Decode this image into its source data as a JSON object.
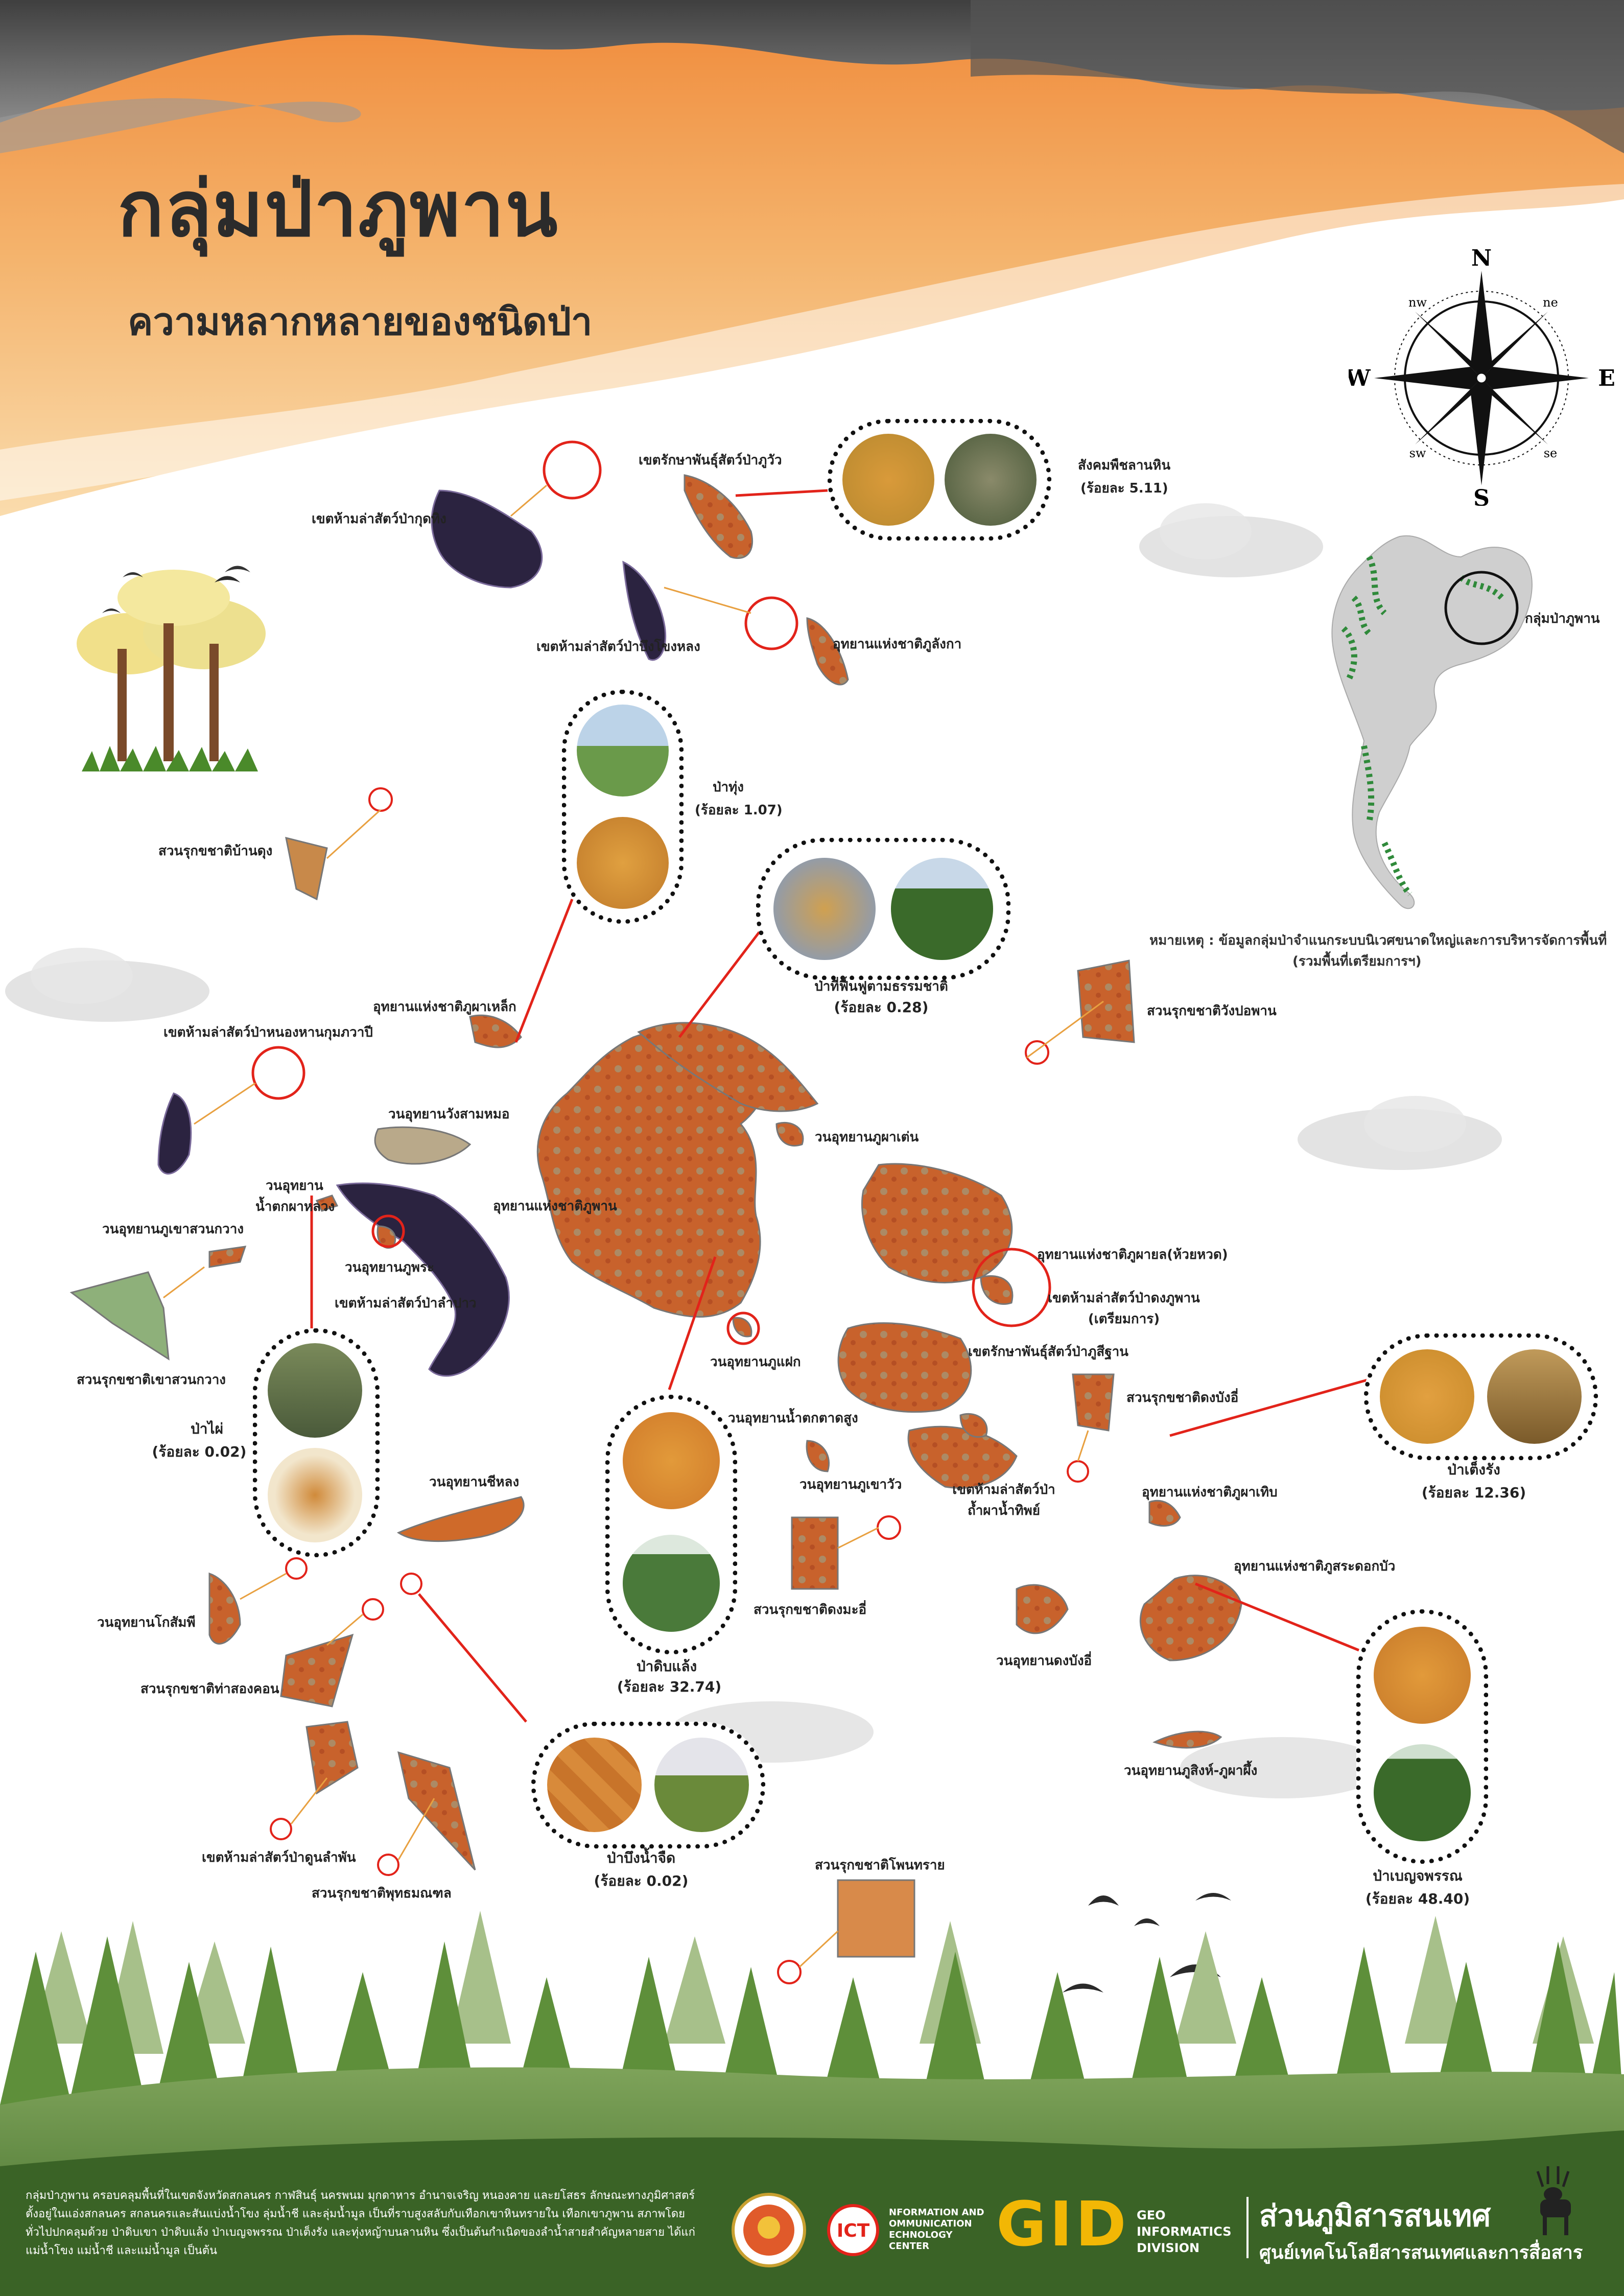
{
  "title": "กลุ่มป่าภูพาน",
  "subtitle": "ความหลากหลายของชนิดป่า",
  "compass": {
    "n": "N",
    "s": "S",
    "e": "E",
    "w": "W",
    "ne": "ne",
    "nw": "nw",
    "se": "se",
    "sw": "sw"
  },
  "inset_map": {
    "label": "กลุ่มป่าภูพาน"
  },
  "note": {
    "line1": "หมายเหตุ : ข้อมูลกลุ่มป่าจำแนกระบบนิเวศขนาดใหญ่และการบริหารจัดการพื้นที่",
    "line2": "(รวมพื้นที่เตรียมการฯ)"
  },
  "places": {
    "wildlife_phu_kut_hing": "เขตห้ามล่าสัตว์ป่ากุดทิง",
    "wildlife_bueng_khong_long": "เขตห้ามล่าสัตว์ป่าบึงโขงหลง",
    "phu_wua": "เขตรักษาพันธุ์สัตว์ป่าภูวัว",
    "phu_langka": "อุทยานแห่งชาติภูลังกา",
    "ban_dung": "สวนรุกขชาติบ้านดุง",
    "nong_han_kumphawapi": "เขตห้ามล่าสัตว์ป่าหนองหานกุมภวาปี",
    "phu_pha_lek": "อุทยานแห่งชาติภูผาเหล็ก",
    "wang_sam_mo": "วนอุทยานวังสามหมอ",
    "phu_phan_np": "อุทยานแห่งชาติภูพาน",
    "nam_tok_pha_luang_1": "วนอุทยาน",
    "nam_tok_pha_luang_2": "น้ำตกผาหลวง",
    "khao_suan_kwang_park": "วนอุทยานภูเขาสวนกวาง",
    "phu_phra": "วนอุทยานภูพระ",
    "lam_pao": "เขตห้ามล่าสัตว์ป่าลำปาว",
    "khao_suan_kwang_arb": "สวนรุกขชาติเขาสวนกวาง",
    "phu_pha_den": "วนอุทยานภูผาเต่น",
    "pha_taem": "อุทยานแห่งชาติภูผายล(ห้วยหวด)",
    "dong_phu_phan_1": "เขตห้ามล่าสัตว์ป่าดงภูพาน",
    "dong_phu_phan_2": "(เตรียมการ)",
    "phu_sithan": "เขตรักษาพันธุ์สัตว์ป่าภูสีฐาน",
    "phu_faek": "วนอุทยานภูแฝก",
    "nam_tok_tad_sung": "วนอุทยานน้ำตกตาดสูง",
    "phu_khao_wua": "วนอุทยานภูเขาวัว",
    "tham_pha_nam_thip_1": "เขตห้ามล่าสัตว์ป่า",
    "tham_pha_nam_thip_2": "ถ้ำผาน้ำทิพย์",
    "dong_bang_i": "สวนรุกขชาติดงบังอี่",
    "phu_pha_thoep": "อุทยานแห่งชาติภูผาเทิบ",
    "dong_mada": "สวนรุกขชาติดงมะอี่",
    "phu_sa_dok_bua": "อุทยานแห่งชาติภูสระดอกบัว",
    "dong_bang_i_park": "วนอุทยานดงบังอี่",
    "chi_long": "วนอุทยานชีหลง",
    "kosumphi": "วนอุทยานโกสัมพี",
    "tha_song_khon": "สวนรุกขชาติท่าสองคอน",
    "phu_sing": "วนอุทยานภูสิงห์-ภูผาผึ้ง",
    "don_lamphan": "เขตห้ามล่าสัตว์ป่าดูนลำพัน",
    "phutthamonthon": "สวนรุกขชาติพุทธมณฑล",
    "phon_sai": "สวนรุกขชาติโพนทราย",
    "wang_pho_phan": "สวนรุกขชาติวังปอพาน"
  },
  "forest_types": {
    "sangkhom": {
      "name": "สังคมพืชลานหิน",
      "pct": "(ร้อยละ 5.11)"
    },
    "pa_thung": {
      "name": "ป่าทุ่ง",
      "pct": "(ร้อยละ 1.07)"
    },
    "pa_fuen": {
      "name": "ป่าที่ฟื้นฟูตามธรรมชาติ",
      "pct": "(ร้อยละ 0.28)"
    },
    "pa_phai": {
      "name": "ป่าไผ่",
      "pct": "(ร้อยละ 0.02)"
    },
    "pa_dib_laeng": {
      "name": "ป่าดิบแล้ง",
      "pct": "(ร้อยละ 32.74)"
    },
    "pa_tengrang": {
      "name": "ป่าเต็งรัง",
      "pct": "(ร้อยละ 12.36)"
    },
    "pa_bueng": {
      "name": "ป่าบึงน้ำจืด",
      "pct": "(ร้อยละ 0.02)"
    },
    "pa_benchaphan": {
      "name": "ป่าเบญจพรรณ",
      "pct": "(ร้อยละ 48.40)"
    }
  },
  "footer": {
    "description": "กลุ่มป่าภูพาน ครอบคลุมพื้นที่ในเขตจังหวัดสกลนคร กาฬสินธุ์ นครพนม มุกดาหาร อำนาจเจริญ หนองคาย และยโสธร ลักษณะทางภูมิศาสตร์ตั้งอยู่ในแอ่งสกลนคร สกลนครและสันแบ่งน้ำโขง ลุ่มน้ำชี และลุ่มน้ำมูล เป็นที่ราบสูงสลับกับเทือกเขาหินทรายใน เทือกเขาภูพาน สภาพโดยทั่วไปปกคลุมด้วย ป่าดิบเขา ป่าดิบแล้ง ป่าเบญจพรรณ ป่าเต็งรัง และทุ่งหญ้าบนลานหิน ซึ่งเป็นต้นกำเนิดของลำน้ำสายสำคัญหลายสาย ได้แก่ แม่น้ำโขง แม่น้ำชี และแม่น้ำมูล เป็นต้น",
    "ict_1": "NFORMATION AND",
    "ict_2": "OMMUNICATION",
    "ict_3": "ECHNOLOGY",
    "ict_4": "CENTER",
    "gid": "GID",
    "gid_1": "GEO",
    "gid_2": "INFORMATICS",
    "gid_3": "DIVISION",
    "org_name": "ส่วนภูมิสารสนเทศ",
    "org_sub": "ศูนย์เทคโนโลยีสารสนเทศและการสื่อสาร"
  },
  "colors": {
    "forest_orange": "#c8622c",
    "forest_green": "#2f7d32",
    "accent_red": "#e2231a",
    "gid_yellow": "#f2b705",
    "ground_green": "#5d8a3a"
  }
}
